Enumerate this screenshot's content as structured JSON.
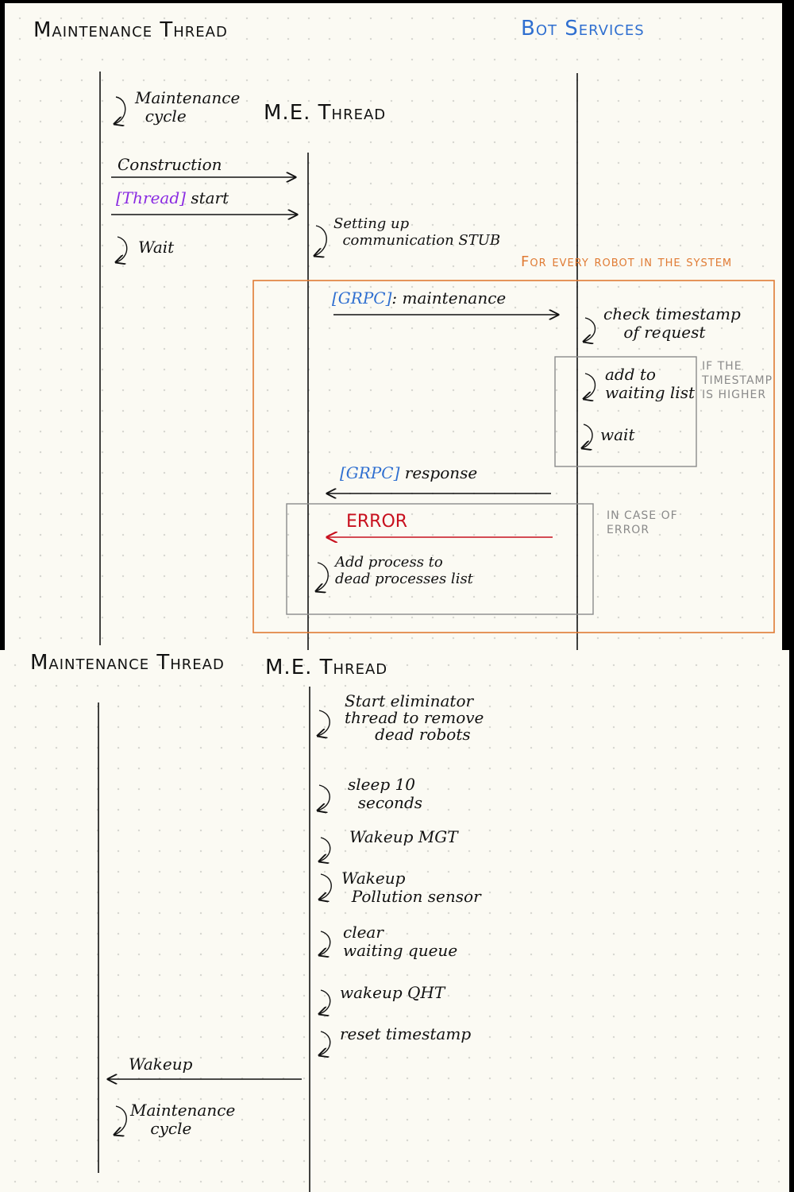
{
  "top": {
    "lifelines": {
      "maintenance": "Maintenance Thread",
      "bot_services": "Bot Services",
      "me_thread": "M.E. Thread"
    },
    "maintenance_cycle": "Maintenance\n  cycle",
    "construction": "Construction",
    "thread_tag": "[Thread]",
    "start": "start",
    "wait": "Wait",
    "setting_up": "Setting up\n  communication STUB",
    "loop_label": "For every robot in the system",
    "grpc_tag": "[GRPC]",
    "maintenance_msg": ": maintenance",
    "check_timestamp": "check timestamp\n    of request",
    "add_to_waiting": "add to\nwaiting list",
    "wait2": "wait",
    "timestamp_note": "IF THE\nTIMESTAMP\nIS HIGHER",
    "grpc_tag2": "[GRPC]",
    "response": "response",
    "error": "ERROR",
    "error_note": "IN CASE OF\nERROR",
    "add_process": "Add process to\ndead processes list"
  },
  "bottom": {
    "lifelines": {
      "maintenance": "Maintenance Thread",
      "me_thread": "M.E. Thread"
    },
    "start_eliminator": "Start eliminator\nthread to remove\n      dead robots",
    "sleep": "sleep 10\n  seconds",
    "wakeup_mgt": "Wakeup MGT",
    "wakeup_pollution": "Wakeup\n  Pollution sensor",
    "clear_waiting": "clear\nwaiting queue",
    "wakeup_qht": "wakeup QHT",
    "reset_timestamp": "reset timestamp",
    "wakeup": "Wakeup",
    "maintenance_cycle": "Maintenance\n    cycle"
  },
  "colors": {
    "ink": "#111111",
    "blue": "#2f6fd0",
    "purple": "#8a2be2",
    "red": "#c8101e",
    "orange": "#e07b34",
    "gray": "#8a8a8a"
  }
}
